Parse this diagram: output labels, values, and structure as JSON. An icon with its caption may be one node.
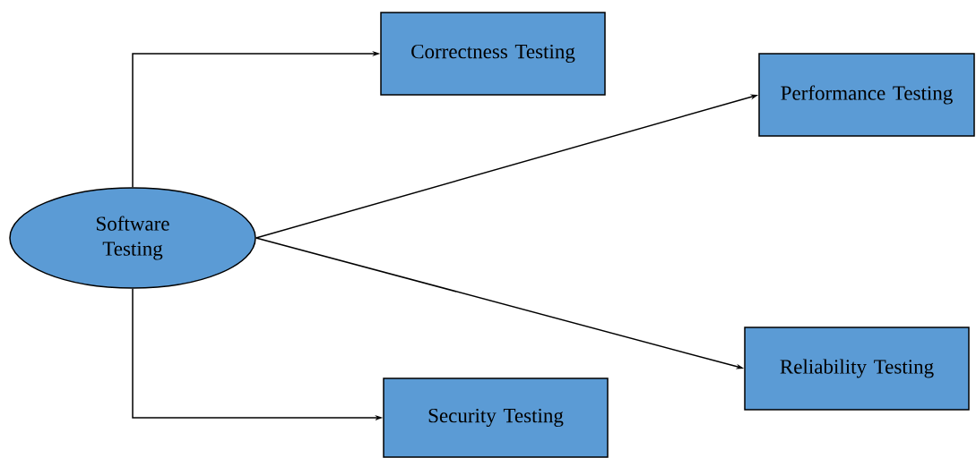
{
  "diagram": {
    "nodes": [
      {
        "text": [
          "Software Testing"
        ]
      },
      {
        "text": [
          "Correctness Testing"
        ]
      },
      {
        "text": [
          "Performance Testing"
        ]
      },
      {
        "text": [
          "Reliability Testing"
        ]
      },
      {
        "text": [
          "Security Testing"
        ]
      }
    ],
    "edges": [
      {
        "from": 0,
        "to": 1,
        "arrow": "to"
      },
      {
        "from": 0,
        "to": 2,
        "arrow": "to"
      },
      {
        "from": 0,
        "to": 3,
        "arrow": "to"
      },
      {
        "from": 0,
        "to": 4,
        "arrow": "to"
      }
    ]
  }
}
